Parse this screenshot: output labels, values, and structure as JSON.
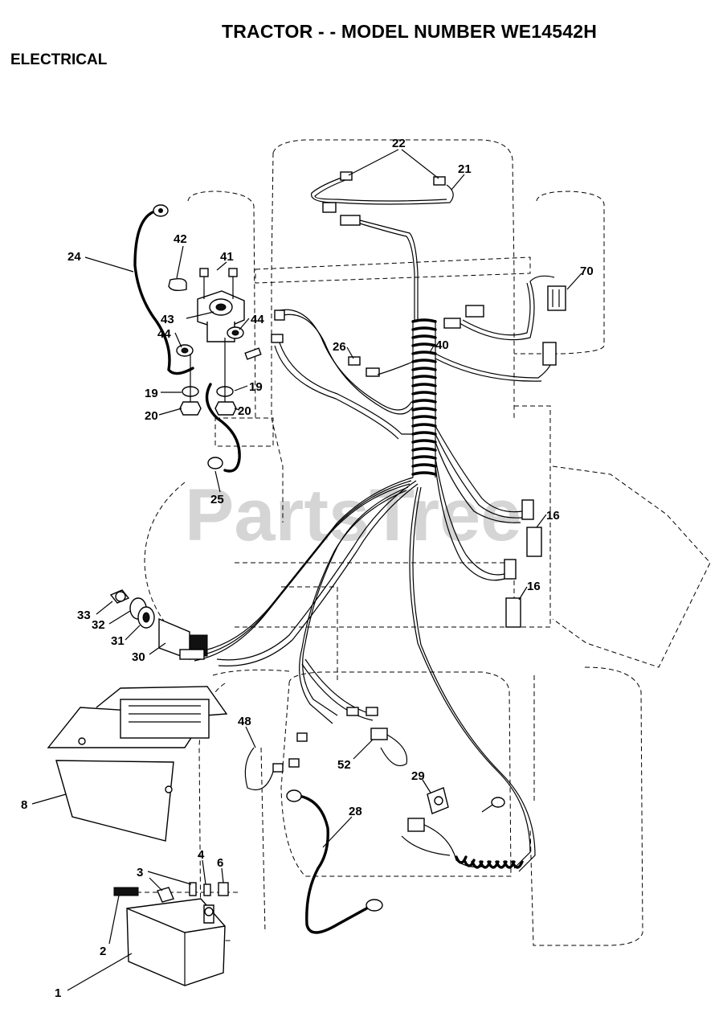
{
  "header": {
    "title": "TRACTOR - - MODEL NUMBER WE14542H",
    "section": "ELECTRICAL"
  },
  "watermark": "PartsTree",
  "callouts": [
    "1",
    "2",
    "3",
    "4",
    "6",
    "8",
    "16",
    "19",
    "20",
    "21",
    "22",
    "24",
    "25",
    "26",
    "28",
    "29",
    "30",
    "31",
    "32",
    "33",
    "40",
    "41",
    "42",
    "43",
    "44",
    "48",
    "52",
    "70"
  ]
}
